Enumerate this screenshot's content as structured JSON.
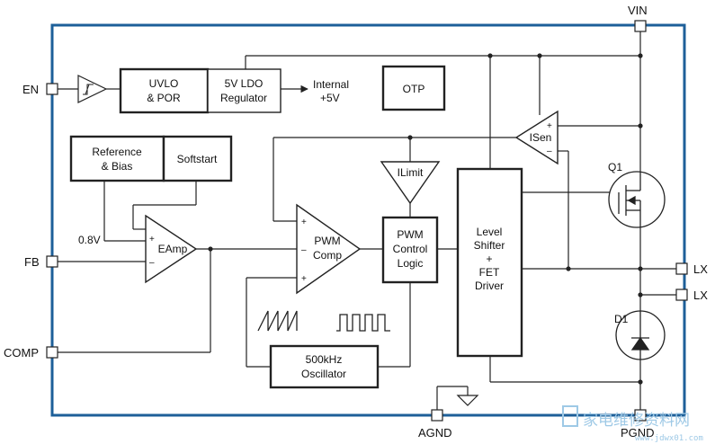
{
  "pins": {
    "vin": "VIN",
    "en": "EN",
    "fb": "FB",
    "comp": "COMP",
    "agnd": "AGND",
    "pgnd": "PGND",
    "lx1": "LX",
    "lx2": "LX"
  },
  "blocks": {
    "uvlo": [
      "UVLO",
      "& POR"
    ],
    "ldo": [
      "5V LDO",
      "Regulator"
    ],
    "internal": [
      "Internal",
      "+5V"
    ],
    "otp": "OTP",
    "ref": [
      "Reference",
      "& Bias"
    ],
    "softstart": "Softstart",
    "eamp": "EAmp",
    "vref": "0.8V",
    "pwm_comp": [
      "PWM",
      "Comp"
    ],
    "ilimit": "ILimit",
    "pwm_logic": [
      "PWM",
      "Control",
      "Logic"
    ],
    "level_shifter": [
      "Level",
      "Shifter",
      "+",
      "FET",
      "Driver"
    ],
    "isen": "ISen",
    "oscillator": [
      "500kHz",
      "Oscillator"
    ],
    "q1": "Q1",
    "d1": "D1"
  },
  "signs": {
    "plus": "+",
    "minus": "–"
  },
  "watermark": {
    "text": "家电维修资料网",
    "url": "www.jdwx01.com"
  },
  "colors": {
    "border": "#1d5f99",
    "line": "#222222",
    "watermark": "#9ec9e6"
  }
}
